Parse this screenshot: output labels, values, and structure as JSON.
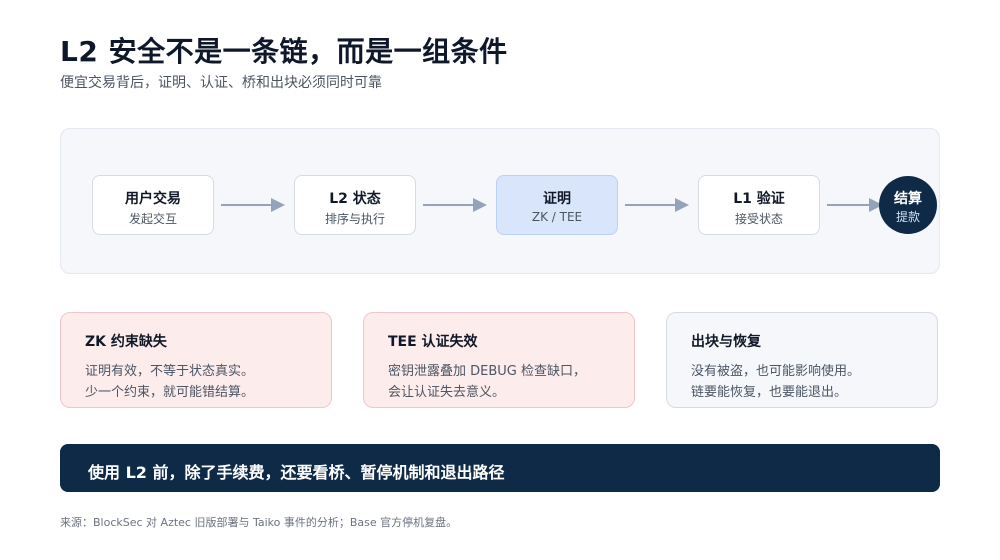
{
  "title": "L2 安全不是一条链，而是一组条件",
  "subtitle": "便宜交易背后，证明、认证、桥和出块必须同时可靠",
  "flow": {
    "steps": [
      {
        "title": "用户交易",
        "sub": "发起交互"
      },
      {
        "title": "L2 状态",
        "sub": "排序与执行"
      },
      {
        "title": "证明",
        "sub": "ZK / TEE"
      },
      {
        "title": "L1 验证",
        "sub": "接受状态"
      }
    ],
    "end": {
      "title": "结算",
      "sub": "提款"
    }
  },
  "cards": [
    {
      "title": "ZK 约束缺失",
      "line1": "证明有效，不等于状态真实。",
      "line2": "少一个约束，就可能错结算。"
    },
    {
      "title": "TEE 认证失效",
      "line1": "密钥泄露叠加 DEBUG 检查缺口，",
      "line2": "会让认证失去意义。"
    },
    {
      "title": "出块与恢复",
      "line1": "没有被盗，也可能影响使用。",
      "line2": "链要能恢复，也要能退出。"
    }
  ],
  "banner": "使用 L2 前，除了手续费，还要看桥、暂停机制和退出路径",
  "source": "来源：BlockSec 对 Aztec 旧版部署与 Taiko 事件的分析；Base 官方停机复盘。",
  "colors": {
    "navy": "#0f2a47",
    "highlight": "#d9e5fb",
    "risk_card": "#fdecec",
    "neutral_card": "#f5f7fb",
    "arrow": "#94a3b8"
  }
}
